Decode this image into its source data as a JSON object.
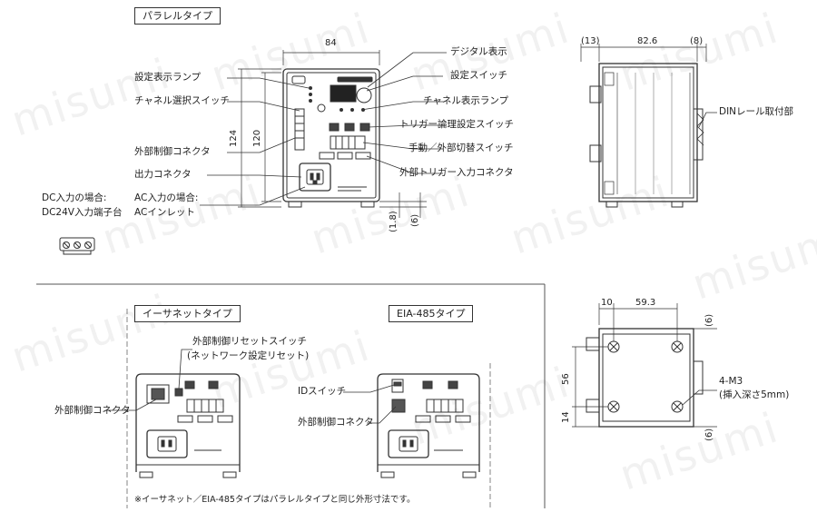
{
  "sections": {
    "parallel": "パラレルタイプ",
    "ethernet": "イーサネットタイプ",
    "eia485": "EIA-485タイプ"
  },
  "front_labels": {
    "display_lamp": "設定表示ランプ",
    "channel_select_switch": "チャネル選択スイッチ",
    "external_control_connector": "外部制御コネクタ",
    "output_connector": "出力コネクタ",
    "dc_case_1": "DC入力の場合:",
    "dc_case_2": "DC24V入力端子台",
    "ac_case_1": "AC入力の場合:",
    "ac_case_2": "ACインレット",
    "digital_display": "デジタル表示",
    "setting_switch": "設定スイッチ",
    "channel_display_lamp": "チャネル表示ランプ",
    "trigger_logic_switch": "トリガー論理設定スイッチ",
    "manual_external_switch": "手動／外部切替スイッチ",
    "external_trigger_connector": "外部トリガー入力コネクタ"
  },
  "side_labels": {
    "din_rail": "DINレール取付部",
    "screw_spec_1": "4-M3",
    "screw_spec_2": "(挿入深さ5mm)"
  },
  "ethernet_labels": {
    "reset_switch_1": "外部制御リセットスイッチ",
    "reset_switch_2": "(ネットワーク設定リセット)",
    "external_control_connector": "外部制御コネクタ"
  },
  "eia_labels": {
    "id_switch": "IDスイッチ",
    "external_control_connector": "外部制御コネクタ"
  },
  "dimensions": {
    "width_84": "84",
    "height_124": "124",
    "height_120": "120",
    "bottom_1_8": "(1.8)",
    "bottom_6": "(6)",
    "side_13": "(13)",
    "side_82_6": "82.6",
    "side_8": "(8)",
    "bottom_10": "10",
    "bottom_59_3": "59.3",
    "bottom_6_top": "(6)",
    "bottom_6_bot": "(6)",
    "bottom_56": "56",
    "bottom_14": "14"
  },
  "footnote": "※イーサネット／EIA-485タイプはパラレルタイプと同じ外形寸法です。",
  "watermark": "misumi"
}
